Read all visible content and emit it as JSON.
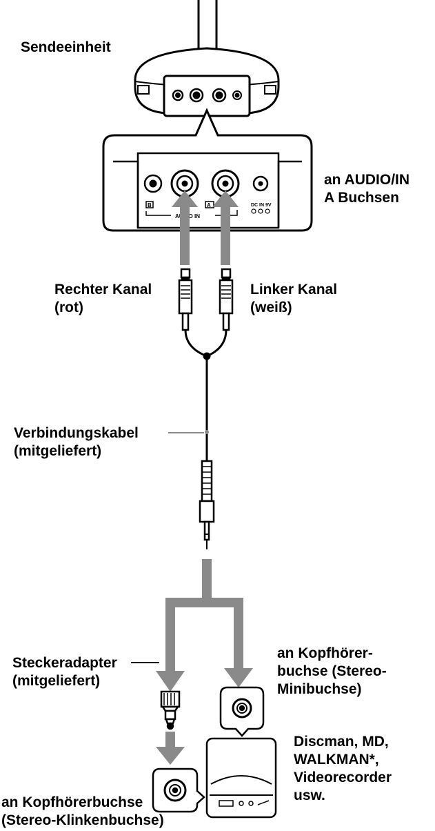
{
  "labels": {
    "sendeeinheit": "Sendeeinheit",
    "audio_in": [
      "an AUDIO/IN",
      "A Buchsen"
    ],
    "rechter_kanal": [
      "Rechter Kanal",
      "(rot)"
    ],
    "linker_kanal": [
      "Linker Kanal",
      "(weiß)"
    ],
    "verbindungskabel": [
      "Verbindungskabel",
      "(mitgeliefert)"
    ],
    "steckeradapter": [
      "Steckeradapter",
      "(mitgeliefert)"
    ],
    "kopfhoerer_mini": [
      "an Kopfhörer-",
      "buchse (Stereo-",
      "Minibuchse)"
    ],
    "geraete": [
      "Discman, MD,",
      "WALKMAN*,",
      "Videorecorder",
      "usw."
    ],
    "kopfhoerer_klinke": [
      "an Kopfhörerbuchse",
      "(Stereo-Klinkenbuchse)"
    ]
  },
  "panel_markings": {
    "b": "B",
    "a": "A",
    "audio_in": "AUDIO IN",
    "dc_in": "DC IN 9V"
  },
  "colors": {
    "line": "#000000",
    "arrow": "#8a8a8a",
    "background": "#ffffff"
  }
}
